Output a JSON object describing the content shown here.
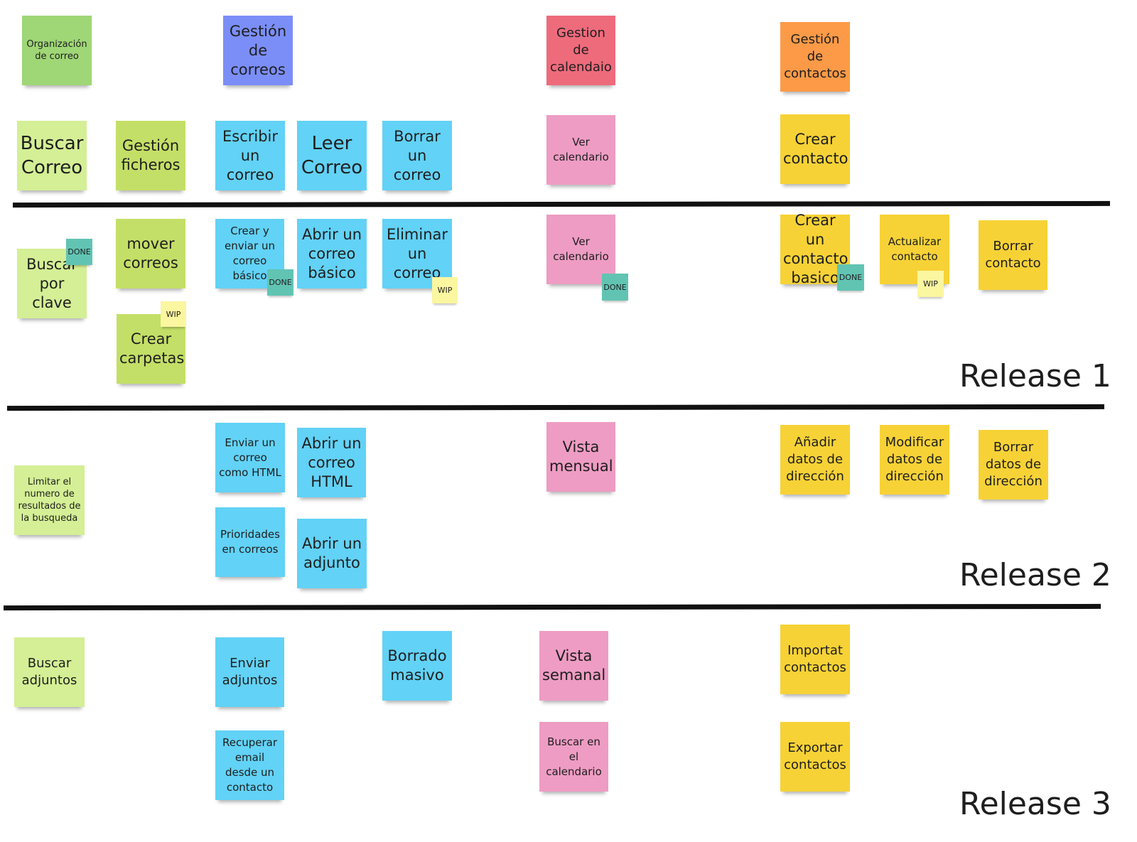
{
  "activities": {
    "email_org": "Organización de correo",
    "email_mgmt": "Gestión de correos",
    "calendar_mgmt": "Gestion de calendaio",
    "contacts_mgmt": "Gestión de contactos"
  },
  "backbone": {
    "search_email": "Buscar Correo",
    "file_mgmt": "Gestión ficheros",
    "write_email": "Escribir un correo",
    "read_email": "Leer Correo",
    "delete_email": "Borrar un correo",
    "view_calendar": "Ver calendario",
    "create_contact": "Crear contacto"
  },
  "release1": {
    "label": "Release 1",
    "search_key": "Buscar por clave",
    "move_emails": "mover correos",
    "create_folders": "Crear carpetas",
    "create_send_basic": "Crear y enviar un correo básico",
    "open_basic": "Abrir un correo básico",
    "remove_email": "Eliminar un correo",
    "view_calendar": "Ver calendario",
    "create_basic_contact": "Crear un contacto basico",
    "update_contact": "Actualizar contacto",
    "delete_contact": "Borrar contacto"
  },
  "release2": {
    "label": "Release 2",
    "limit_results": "Limitar el numero de resultados de la busqueda",
    "send_html": "Enviar un correo como HTML",
    "open_html": "Abrir un correo HTML",
    "priorities": "Prioridades en correos",
    "open_attachment": "Abrir un adjunto",
    "monthly_view": "Vista mensual",
    "add_address": "Añadir datos de dirección",
    "modify_address": "Modificar datos de dirección",
    "delete_address": "Borrar datos de dirección"
  },
  "release3": {
    "label": "Release 3",
    "search_attachments": "Buscar adjuntos",
    "send_attachments": "Enviar adjuntos",
    "recover_email": "Recuperar email desde un contacto",
    "mass_delete": "Borrado masivo",
    "weekly_view": "Vista semanal",
    "search_calendar": "Buscar en el calendario",
    "import_contacts": "Importat contactos",
    "export_contacts": "Exportar contactos"
  },
  "tags": {
    "done": "DONE",
    "wip": "WIP"
  },
  "colors": {
    "activity_green": "#9fd676",
    "activity_indigo": "#7b8ef8",
    "activity_red": "#ee6b7c",
    "activity_orange": "#fc9a47",
    "story_lime": "#d4ef95",
    "story_olive": "#c4df67",
    "story_blue": "#62d2f6",
    "story_pink": "#ee9cc3",
    "story_yellow": "#f7d236",
    "tag_done": "#61c4b3",
    "tag_wip": "#fbf6a0"
  }
}
